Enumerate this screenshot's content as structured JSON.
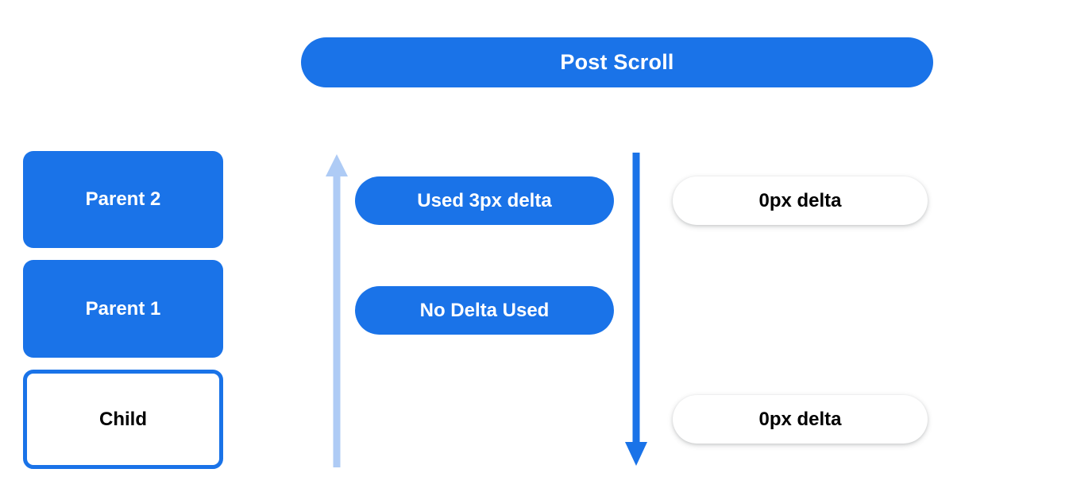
{
  "theme": {
    "background": "#ffffff",
    "blue": "#1a73e8",
    "light_blue": "#aecbf5",
    "text_dark": "#000000",
    "text_light": "#ffffff"
  },
  "header": {
    "title": "Post Scroll"
  },
  "left_stack": {
    "boxes": [
      {
        "label": "Parent 2",
        "style": "filled"
      },
      {
        "label": "Parent 1",
        "style": "filled"
      },
      {
        "label": "Child",
        "style": "outlined"
      }
    ]
  },
  "arrows": [
    {
      "name": "scroll-up-arrow",
      "direction": "up",
      "color": "#aecbf5"
    },
    {
      "name": "scroll-down-arrow",
      "direction": "down",
      "color": "#1a73e8"
    }
  ],
  "middle_pills": [
    {
      "label": "Used 3px delta"
    },
    {
      "label": "No Delta Used"
    }
  ],
  "right_pills": [
    {
      "label": "0px delta"
    },
    {
      "label": "0px delta"
    }
  ]
}
